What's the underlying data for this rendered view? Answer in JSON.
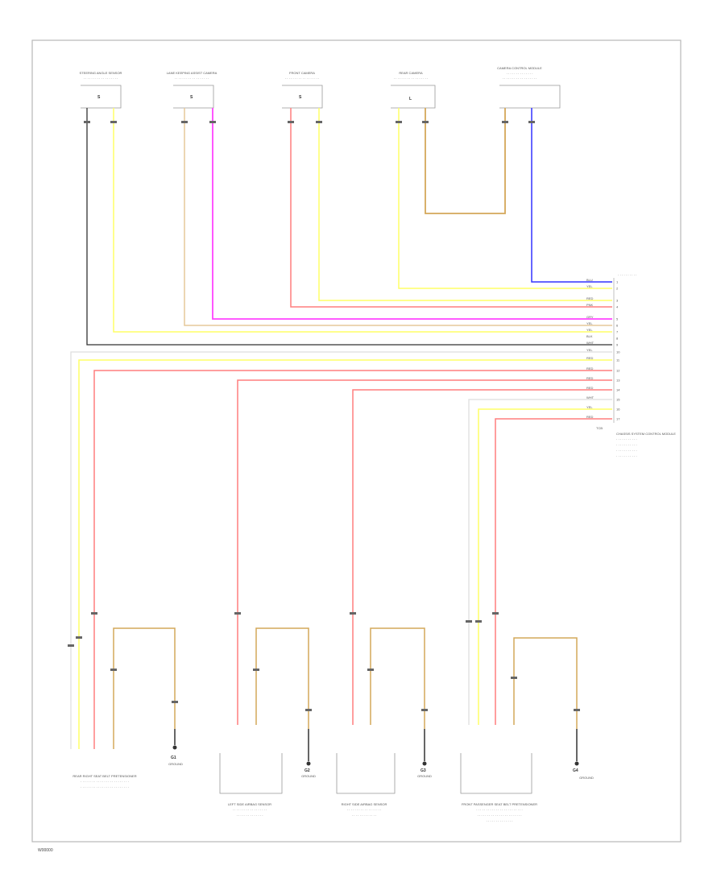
{
  "page": {
    "figure_code": "W00000"
  },
  "colors": {
    "frame": "#b8b8b8",
    "black": "#333333",
    "yellow": "#ffff66",
    "pink": "#ff44ff",
    "red": "#ff7f7f",
    "tan": "#d4a85a",
    "blue": "#3333ff",
    "bright_yellow": "#ffff33"
  },
  "modules": [
    {
      "id": "m1",
      "title": "STEERING ANGLE SENSOR",
      "code": "S",
      "pins": [
        "",
        ""
      ]
    },
    {
      "id": "m2",
      "title": "LANE KEEPING ASSIST CAMERA",
      "code": "S",
      "pins": [
        "",
        ""
      ]
    },
    {
      "id": "m3",
      "title": "FRONT CAMERA",
      "code": "S",
      "pins": [
        "",
        ""
      ]
    },
    {
      "id": "m4",
      "title": "REAR CAMERA",
      "code": "L",
      "pins": [
        "",
        ""
      ]
    },
    {
      "id": "m5",
      "title": "CAMERA CONTROL MODULE",
      "code": "",
      "pins": [
        "",
        ""
      ]
    }
  ],
  "connector": {
    "title": "CHASSIS SYSTEM CONTROL MODULE",
    "pins": [
      {
        "num": "1",
        "label": "BLU"
      },
      {
        "num": "2",
        "label": "YEL"
      },
      {
        "num": "3",
        "label": "RED"
      },
      {
        "num": "4",
        "label": "PNK"
      },
      {
        "num": "5",
        "label": "GRY"
      },
      {
        "num": "6",
        "label": "YEL"
      },
      {
        "num": "7",
        "label": "YEL"
      },
      {
        "num": "8",
        "label": "BLK"
      },
      {
        "num": "9",
        "label": "WHT"
      },
      {
        "num": "10",
        "label": "YEL"
      },
      {
        "num": "11",
        "label": "RED"
      },
      {
        "num": "12",
        "label": "RED"
      },
      {
        "num": "13",
        "label": "RED"
      },
      {
        "num": "14",
        "label": "RED"
      },
      {
        "num": "15",
        "label": "WHT"
      },
      {
        "num": "16",
        "label": "YEL"
      },
      {
        "num": "17",
        "label": "RED"
      }
    ],
    "footer": "TCB"
  },
  "sensors": [
    {
      "id": "s1",
      "title": "REAR RIGHT SEAT BELT PRETENSIONER",
      "ground": "G1"
    },
    {
      "id": "s2",
      "title": "LEFT SIDE AIRBAG SENSOR",
      "ground": "G2"
    },
    {
      "id": "s3",
      "title": "RIGHT SIDE AIRBAG SENSOR",
      "ground": "G3"
    },
    {
      "id": "s4",
      "title": "FRONT PASSENGER SEAT BELT PRETENSIONER",
      "ground": "G4"
    }
  ],
  "grounds": [
    {
      "id": "g1",
      "label": "GROUND"
    },
    {
      "id": "g2",
      "label": "GROUND"
    },
    {
      "id": "g3",
      "label": "GROUND"
    },
    {
      "id": "g4",
      "label": "GROUND"
    }
  ]
}
